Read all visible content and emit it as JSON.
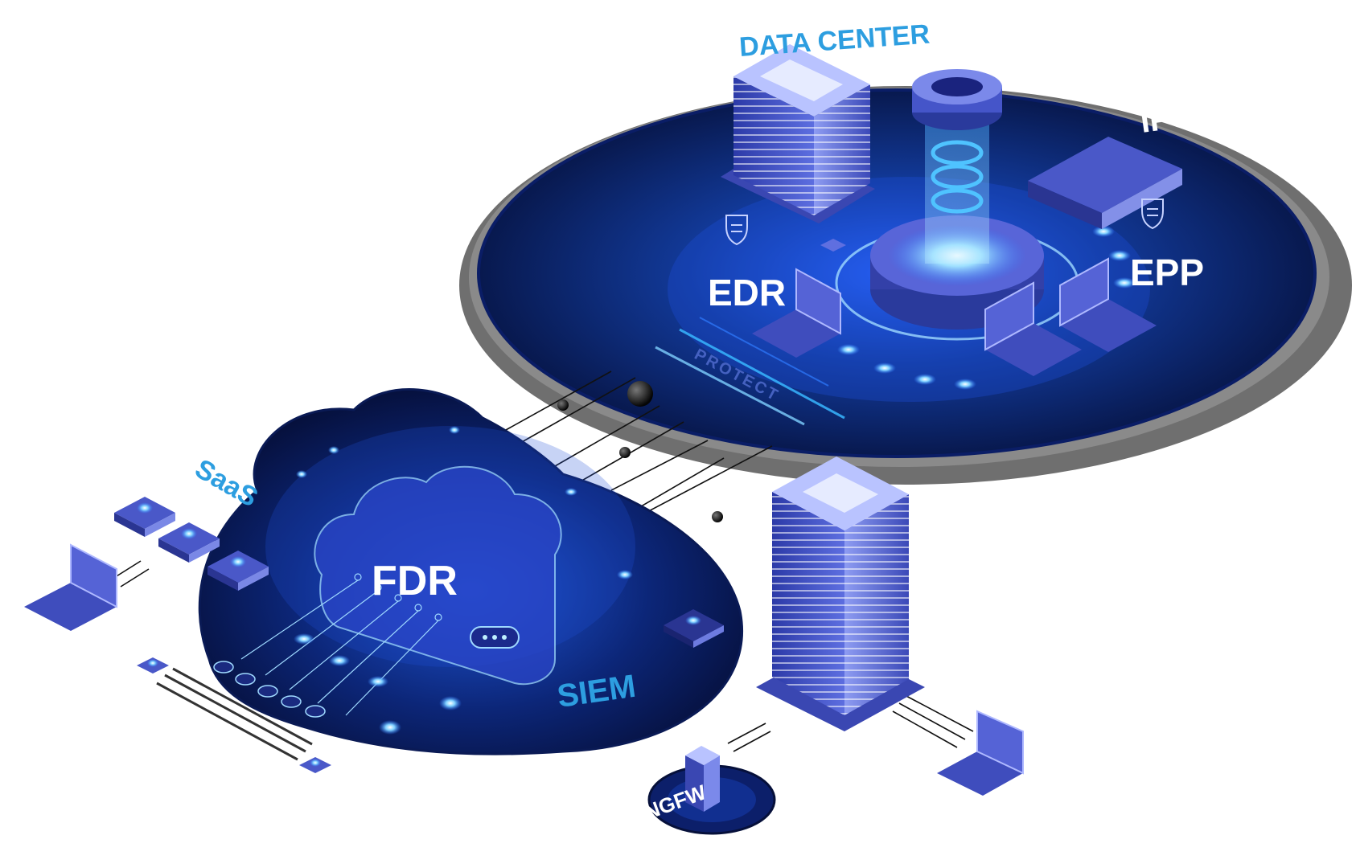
{
  "labels": {
    "data_center": "DATA CENTER",
    "edr": "EDR",
    "epp": "EPP",
    "protect": "PROTECT",
    "fdr": "FDR",
    "saas": "SaaS",
    "siem": "SIEM",
    "ips": "IPS",
    "ngfw": "NGFW"
  },
  "colors": {
    "navy": "#0b1a55",
    "deep": "#06103a",
    "blue": "#2f5de8",
    "cyan": "#38b6ff",
    "light": "#9fd9ff",
    "gray": "#7a7a7a",
    "label_blue": "#2d9ee0"
  },
  "icons": [
    "shield-icon",
    "laptop-icon",
    "server-tower-icon",
    "chip-icon",
    "cloud-icon",
    "glow-dot-icon"
  ]
}
